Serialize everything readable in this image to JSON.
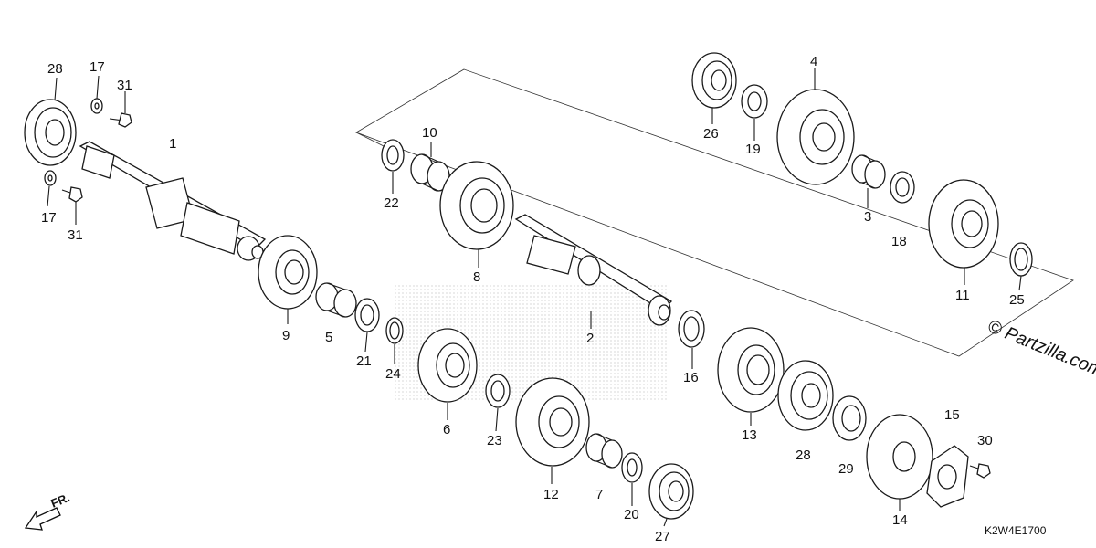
{
  "diagram": {
    "callouts": [
      "28",
      "17",
      "31",
      "1",
      "17",
      "31",
      "9",
      "5",
      "21",
      "24",
      "22",
      "10",
      "8",
      "6",
      "23",
      "12",
      "7",
      "20",
      "27",
      "2",
      "16",
      "13",
      "28",
      "29",
      "14",
      "15",
      "30",
      "26",
      "19",
      "4",
      "3",
      "18",
      "11",
      "25"
    ],
    "frame_label": "FR.",
    "watermark": "© Partzilla.com",
    "drawing_code": "K2W4E1700"
  }
}
